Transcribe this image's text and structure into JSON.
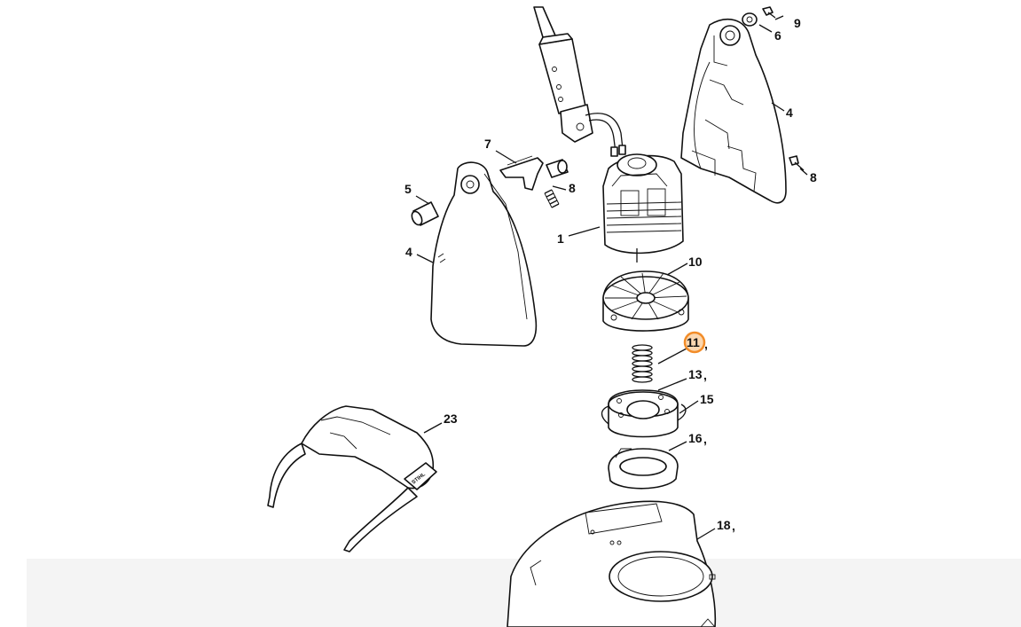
{
  "diagram": {
    "highlight_color": "#f28c28",
    "selected_part": "11",
    "callouts": {
      "p1": "1",
      "p4a": "4",
      "p4b": "4",
      "p5": "5",
      "p6": "6",
      "p7": "7",
      "p8a": "8",
      "p8b": "8",
      "p9": "9",
      "p10": "10",
      "p11": "11",
      "p13": "13",
      "p15": "15",
      "p16": "16",
      "p18": "18",
      "p23": "23"
    },
    "suffixes": {
      "p11": ",",
      "p13": ",",
      "p16": ",",
      "p18": ","
    },
    "glasses_logo": "STIHL"
  }
}
